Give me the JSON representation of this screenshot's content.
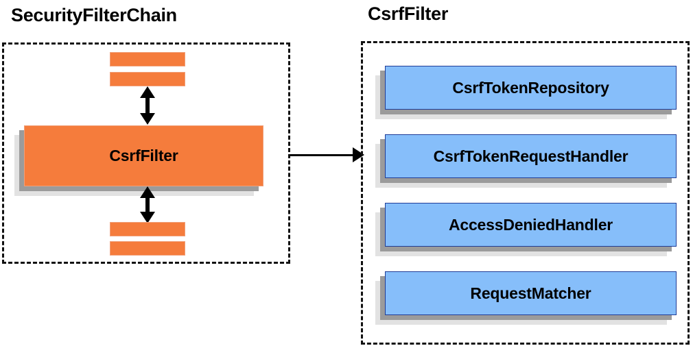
{
  "diagram": {
    "title_left": "SecurityFilterChain",
    "title_right": "CsrfFilter",
    "colors": {
      "filter_fill": "#f57c3c",
      "filter_border": "#f0a07a",
      "collaborator_fill": "#86befa",
      "collaborator_border": "#1f3c96",
      "shadow_dark": "#9b9b9b",
      "shadow_light": "#e2e2e2",
      "outline": "#111111",
      "text": "#000000"
    }
  },
  "left_panel": {
    "title": "SecurityFilterChain",
    "highlighted_filter": "CsrfFilter",
    "filters_above": [
      "",
      ""
    ],
    "filters_below": [
      "",
      ""
    ],
    "arrow_above_label": "",
    "arrow_below_label": ""
  },
  "right_panel": {
    "title": "CsrfFilter",
    "collaborators": [
      {
        "label": "CsrfTokenRepository"
      },
      {
        "label": "CsrfTokenRequestHandler"
      },
      {
        "label": "AccessDeniedHandler"
      },
      {
        "label": "RequestMatcher"
      }
    ]
  },
  "connector": {
    "name": "expands-into",
    "label": ""
  }
}
